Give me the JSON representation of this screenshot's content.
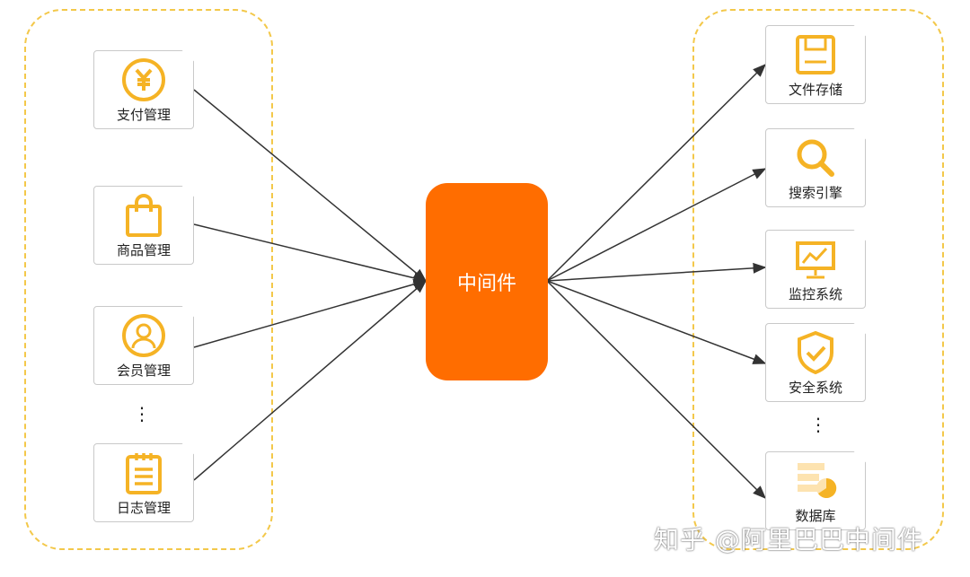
{
  "left_group": [
    {
      "label": "支付管理",
      "icon": "yen-coin-icon"
    },
    {
      "label": "商品管理",
      "icon": "shopping-bag-icon"
    },
    {
      "label": "会员管理",
      "icon": "user-circle-icon"
    },
    {
      "label": "日志管理",
      "icon": "notepad-icon"
    }
  ],
  "center": {
    "label": "中间件"
  },
  "right_group": [
    {
      "label": "文件存储",
      "icon": "floppy-disk-icon"
    },
    {
      "label": "搜索引擎",
      "icon": "magnifier-icon"
    },
    {
      "label": "监控系统",
      "icon": "monitor-chart-icon"
    },
    {
      "label": "安全系统",
      "icon": "shield-check-icon"
    },
    {
      "label": "数据库",
      "icon": "database-pie-icon"
    }
  ],
  "ellipsis": "⋮",
  "watermark": "知乎 @阿里巴巴中间件",
  "colors": {
    "accent": "#ff6d00",
    "icon": "#f5b325",
    "dashed_border": "#f3c84a"
  }
}
